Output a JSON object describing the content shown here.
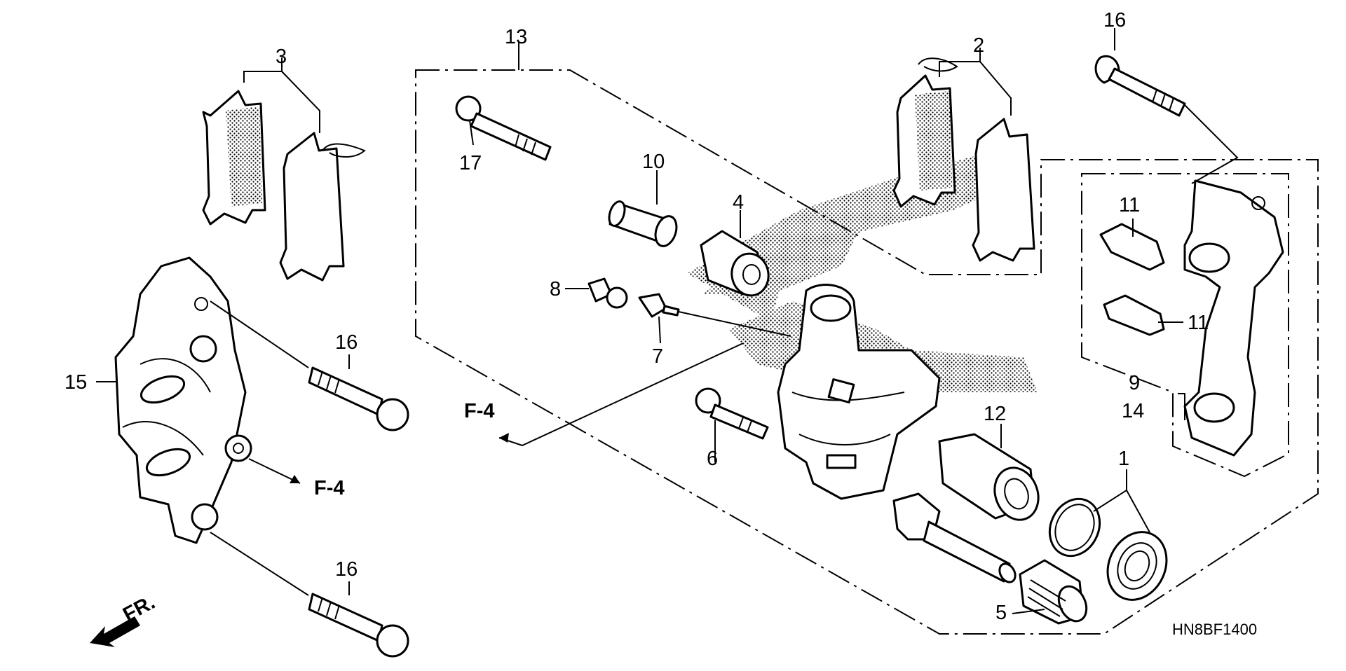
{
  "diagram": {
    "part_code": "HN8BF1400",
    "front_label": "FR.",
    "callouts": {
      "c1": "1",
      "c2": "2",
      "c3": "3",
      "c4": "4",
      "c5": "5",
      "c6": "6",
      "c7": "7",
      "c8": "8",
      "c9": "9",
      "c10": "10",
      "c11a": "11",
      "c11b": "11",
      "c12": "12",
      "c13": "13",
      "c14": "14",
      "c15": "15",
      "c16a": "16",
      "c16b": "16",
      "c16c": "16",
      "c17": "17"
    },
    "refs": {
      "ref_a": "F-4",
      "ref_b": "F-4"
    }
  }
}
